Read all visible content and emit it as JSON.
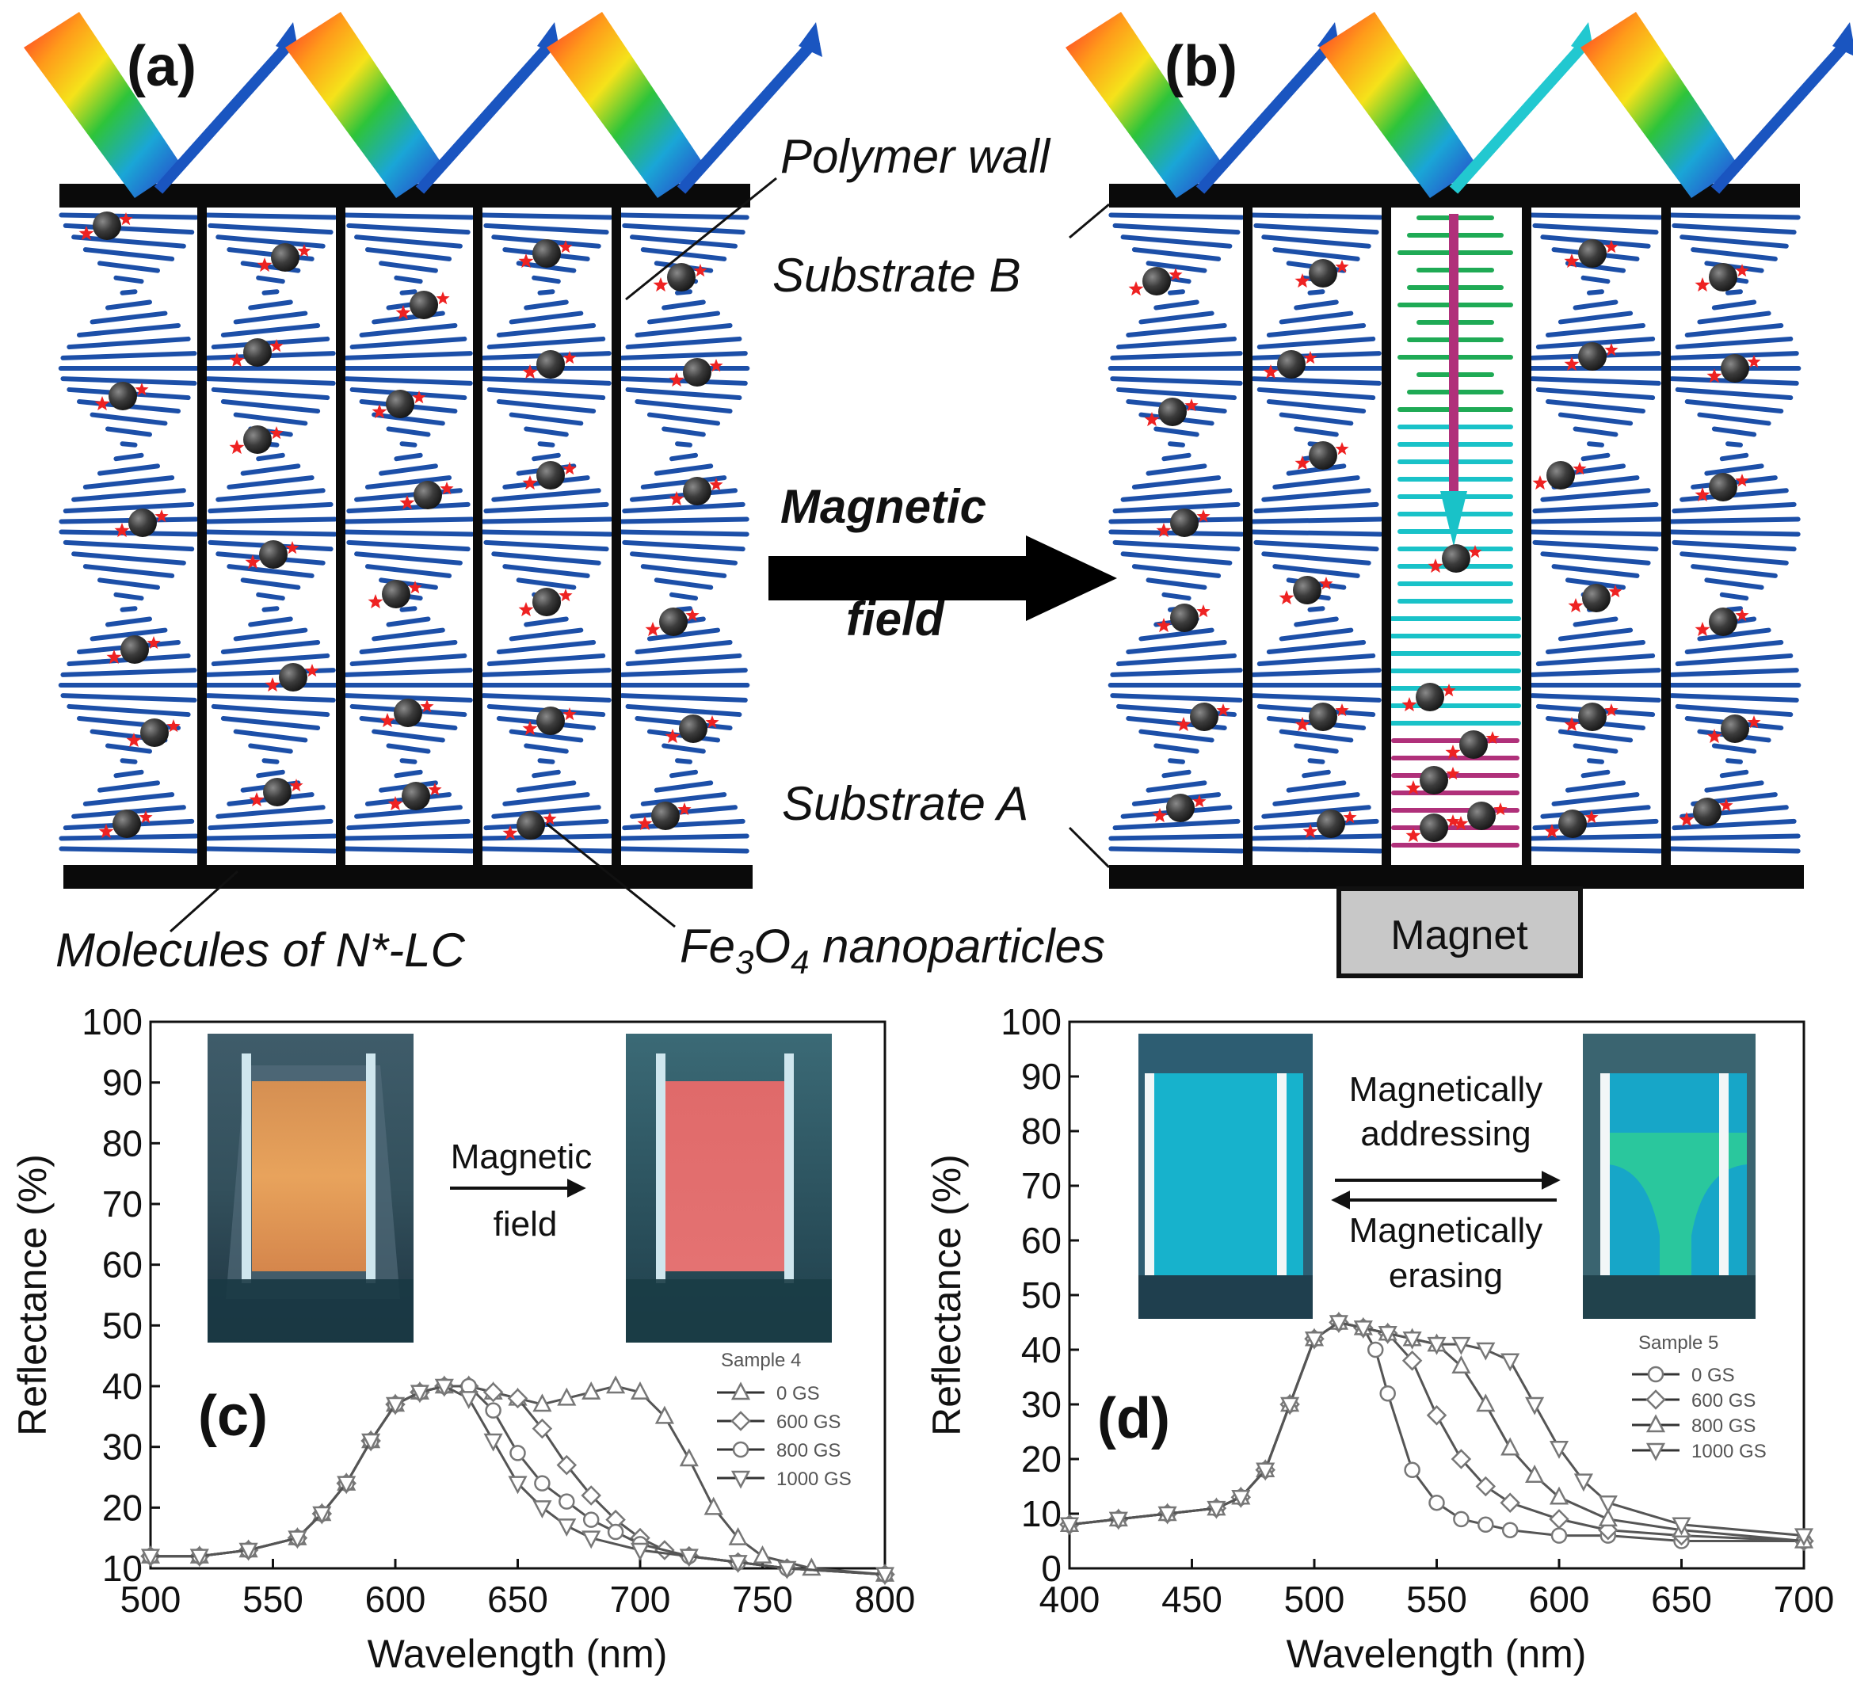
{
  "panel_a": {
    "tag": "(a)",
    "label_polymer_wall": "Polymer wall",
    "label_molecules": "Molecules of  N*-LC",
    "label_nanoparticles_prefix": "Fe",
    "label_nanoparticles_sub1": "3",
    "label_nanoparticles_mid": "O",
    "label_nanoparticles_sub2": "4",
    "label_nanoparticles_suffix": " nanoparticles"
  },
  "panel_b": {
    "tag": "(b)",
    "label_substrate_b": "Substrate B",
    "label_substrate_a": "Substrate A",
    "magnet_label": "Magnet"
  },
  "transition_arrow": {
    "line1": "Magnetic",
    "line2": "field"
  },
  "colors": {
    "lc_blue": "#1c4fa8",
    "lc_green": "#1faa55",
    "lc_cyan": "#19c2c8",
    "lc_magenta": "#b0307a",
    "particle": "#3b3b3b",
    "star_red": "#ee2222",
    "wall": "#0a0a0a",
    "reflect_blue": "#1a55c0",
    "reflect_cyan": "#22c8d0",
    "magnet_fill": "#c8c8c8",
    "curve_gray": "#9a9a9a",
    "photo_orange": "#e19955",
    "photo_red": "#e36b6b",
    "photo_cyan": "#17b6d0",
    "photo_green": "#2ac79d"
  },
  "inset_c": {
    "arrow_line1": "Magnetic",
    "arrow_line2": "field"
  },
  "inset_d": {
    "top_line1": "Magnetically",
    "top_line2": "addressing",
    "bottom_line1": "Magnetically",
    "bottom_line2": "erasing"
  },
  "chart_data": [
    {
      "panel": "(c)",
      "type": "line",
      "xlabel": "Wavelength (nm)",
      "ylabel": "Reflectance (%)",
      "xlim": [
        500,
        800
      ],
      "ylim": [
        10,
        100
      ],
      "xticks": [
        500,
        550,
        600,
        650,
        700,
        750,
        800
      ],
      "yticks": [
        10,
        20,
        30,
        40,
        50,
        60,
        70,
        80,
        90,
        100
      ],
      "legend_title": "Sample 4",
      "legend_position": "right",
      "series": [
        {
          "name": "0 GS",
          "marker": "triangle-up",
          "x": [
            500,
            520,
            540,
            560,
            570,
            580,
            590,
            600,
            610,
            620,
            630,
            640,
            650,
            660,
            670,
            680,
            690,
            700,
            710,
            720,
            730,
            740,
            750,
            770,
            800
          ],
          "y": [
            12,
            12,
            13,
            15,
            19,
            24,
            31,
            37,
            39,
            40,
            40,
            39,
            38,
            37,
            38,
            39,
            40,
            39,
            35,
            28,
            20,
            15,
            12,
            10,
            9
          ]
        },
        {
          "name": "600 GS",
          "marker": "diamond",
          "x": [
            500,
            520,
            540,
            560,
            570,
            580,
            590,
            600,
            610,
            620,
            630,
            640,
            650,
            660,
            670,
            680,
            690,
            700,
            710,
            720,
            740,
            760,
            800
          ],
          "y": [
            12,
            12,
            13,
            15,
            19,
            24,
            31,
            37,
            39,
            40,
            40,
            39,
            38,
            33,
            27,
            22,
            18,
            15,
            13,
            12,
            11,
            10,
            9
          ]
        },
        {
          "name": "800 GS",
          "marker": "circle",
          "x": [
            500,
            520,
            540,
            560,
            570,
            580,
            590,
            600,
            610,
            620,
            630,
            640,
            650,
            660,
            670,
            680,
            690,
            700,
            720,
            740,
            760,
            800
          ],
          "y": [
            12,
            12,
            13,
            15,
            19,
            24,
            31,
            37,
            39,
            40,
            40,
            36,
            29,
            24,
            21,
            18,
            16,
            14,
            12,
            11,
            10,
            9
          ]
        },
        {
          "name": "1000 GS",
          "marker": "triangle-down",
          "x": [
            500,
            520,
            540,
            560,
            570,
            580,
            590,
            600,
            610,
            620,
            630,
            640,
            650,
            660,
            670,
            680,
            700,
            720,
            740,
            760,
            800
          ],
          "y": [
            12,
            12,
            13,
            15,
            19,
            24,
            31,
            37,
            39,
            40,
            38,
            31,
            24,
            20,
            17,
            15,
            13,
            12,
            11,
            10,
            9
          ]
        }
      ]
    },
    {
      "panel": "(d)",
      "type": "line",
      "xlabel": "Wavelength (nm)",
      "ylabel": "Reflectance (%)",
      "xlim": [
        400,
        700
      ],
      "ylim": [
        0,
        100
      ],
      "xticks": [
        400,
        450,
        500,
        550,
        600,
        650,
        700
      ],
      "yticks": [
        0,
        10,
        20,
        30,
        40,
        50,
        60,
        70,
        80,
        90,
        100
      ],
      "legend_title": "Sample 5",
      "legend_position": "right",
      "series": [
        {
          "name": "0 GS",
          "marker": "circle",
          "x": [
            400,
            420,
            440,
            460,
            470,
            480,
            490,
            500,
            510,
            520,
            525,
            530,
            540,
            550,
            560,
            570,
            580,
            600,
            620,
            650,
            700
          ],
          "y": [
            8,
            9,
            10,
            11,
            13,
            18,
            30,
            42,
            45,
            44,
            40,
            32,
            18,
            12,
            9,
            8,
            7,
            6,
            6,
            5,
            5
          ]
        },
        {
          "name": "600 GS",
          "marker": "diamond",
          "x": [
            400,
            420,
            440,
            460,
            470,
            480,
            490,
            500,
            510,
            520,
            530,
            540,
            550,
            560,
            570,
            580,
            600,
            620,
            650,
            700
          ],
          "y": [
            8,
            9,
            10,
            11,
            13,
            18,
            30,
            42,
            45,
            44,
            43,
            38,
            28,
            20,
            15,
            12,
            9,
            7,
            6,
            5
          ]
        },
        {
          "name": "800 GS",
          "marker": "triangle-up",
          "x": [
            400,
            420,
            440,
            460,
            470,
            480,
            490,
            500,
            510,
            520,
            530,
            540,
            550,
            560,
            570,
            580,
            590,
            600,
            620,
            650,
            700
          ],
          "y": [
            8,
            9,
            10,
            11,
            13,
            18,
            30,
            42,
            45,
            44,
            43,
            42,
            41,
            37,
            30,
            22,
            17,
            13,
            9,
            7,
            5
          ]
        },
        {
          "name": "1000 GS",
          "marker": "triangle-down",
          "x": [
            400,
            420,
            440,
            460,
            470,
            480,
            490,
            500,
            510,
            520,
            530,
            540,
            550,
            560,
            570,
            580,
            590,
            600,
            610,
            620,
            650,
            700
          ],
          "y": [
            8,
            9,
            10,
            11,
            13,
            18,
            30,
            42,
            45,
            44,
            43,
            42,
            41,
            41,
            40,
            38,
            30,
            22,
            16,
            12,
            8,
            6
          ]
        }
      ]
    }
  ]
}
